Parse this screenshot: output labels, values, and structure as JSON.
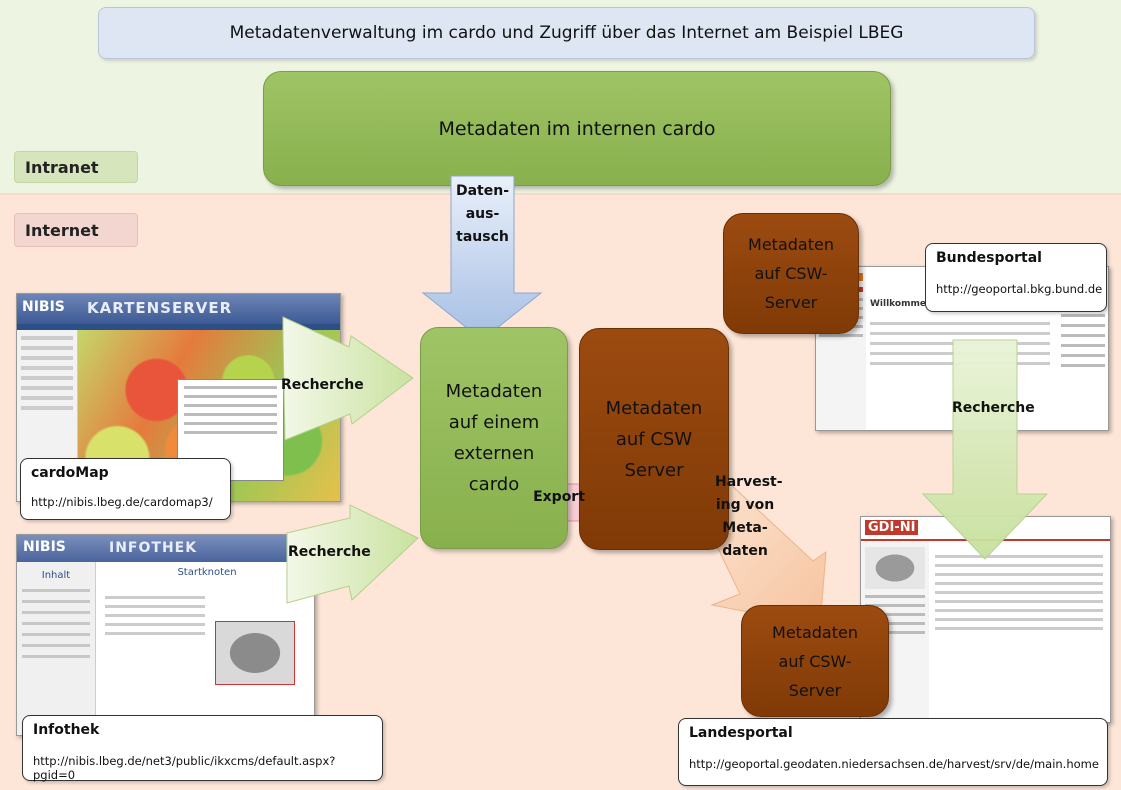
{
  "title": "Metadatenverwaltung im cardo und Zugriff über das Internet am Beispiel LBEG",
  "internal_box": "Metadaten im internen cardo",
  "zones": {
    "intranet": "Intranet",
    "internet": "Internet"
  },
  "external_box": [
    "Metadaten",
    "auf einem",
    "externen",
    "cardo"
  ],
  "csw_box": [
    "Metadaten",
    "auf CSW",
    "Server"
  ],
  "csw_bund": [
    "Metadaten",
    "auf CSW-",
    "Server"
  ],
  "csw_land": [
    "Metadaten",
    "auf CSW-",
    "Server"
  ],
  "arrows": {
    "austausch": [
      "Daten-",
      "aus-",
      "tausch"
    ],
    "recherche_cardomap": "Recherche",
    "recherche_infothek": "Recherche",
    "export": "Export",
    "harvesting": [
      "Harvest-",
      "ing von",
      "Meta-",
      "daten"
    ],
    "recherche_bund": "Recherche"
  },
  "portals": {
    "cardomap": {
      "title": "cardoMap",
      "url": "http://nibis.lbeg.de/cardomap3/"
    },
    "infothek": {
      "title": "Infothek",
      "url": "http://nibis.lbeg.de/net3/public/ikxcms/default.aspx?pgid=0"
    },
    "bund": {
      "title": "Bundesportal",
      "url": "http://geoportal.bkg.bund.de"
    },
    "land": {
      "title": "Landesportal",
      "url": "http://geoportal.geodaten.niedersachsen.de/harvest/srv/de/main.home"
    }
  },
  "screens": {
    "cardomap_logo": "NIBIS",
    "cardomap_header": "KARTENSERVER",
    "infothek_logo": "NIBIS",
    "infothek_header": "INFOTHEK",
    "infothek_nav": "Inhalt",
    "infothek_page": "Startknoten",
    "bund_header": "Willkommen beim Geo",
    "land_logo": "GDI-NI"
  },
  "colors": {
    "green": "#8db554",
    "brown": "#8a3f08",
    "arrow_green": "#cfe6a8",
    "arrow_blue": "#a9c2e6",
    "arrow_peach": "#f7c7a5",
    "arrow_pink": "#f6b6c0"
  }
}
